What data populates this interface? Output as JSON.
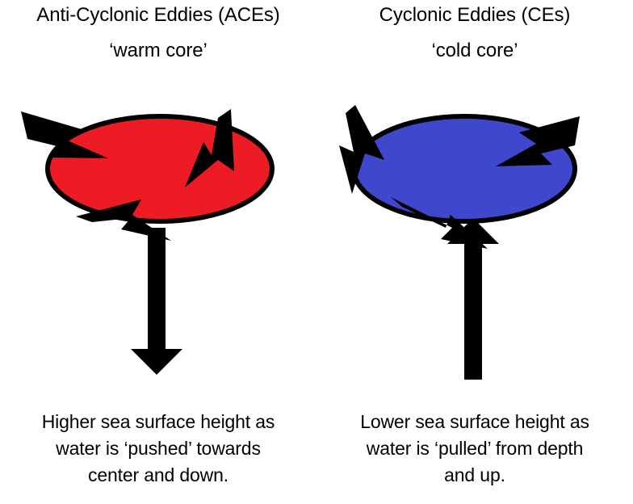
{
  "figure": {
    "background_color": "#FFFFFF",
    "outline_color": "#000000",
    "arrow_color": "#000000"
  },
  "panels": [
    {
      "id": "anti-cyclonic",
      "title": "Anti-Cyclonic Eddies (ACEs)",
      "subtitle": "‘warm core’",
      "eddy": {
        "fill_color": "#ED1C24",
        "core_type": "warm",
        "rotation_label": "anti-cyclonic",
        "circulation_arrow_count": 3
      },
      "vertical_arrow": {
        "direction": "down",
        "meaning": "water pushed down"
      },
      "caption_lines": [
        "Higher sea surface height as",
        "water is ‘pushed’ towards",
        "center and down."
      ]
    },
    {
      "id": "cyclonic",
      "title": "Cyclonic Eddies (CEs)",
      "subtitle": "‘cold core’",
      "eddy": {
        "fill_color": "#3F48CC",
        "core_type": "cold",
        "rotation_label": "cyclonic",
        "circulation_arrow_count": 3
      },
      "vertical_arrow": {
        "direction": "up",
        "meaning": "water pulled up from depth"
      },
      "caption_lines": [
        "Lower sea surface height as",
        "water is ‘pulled’ from depth",
        "and up."
      ]
    }
  ]
}
